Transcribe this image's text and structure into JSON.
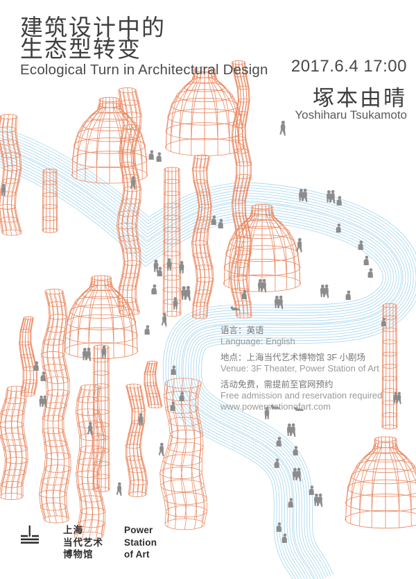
{
  "poster": {
    "title_zh_line1": "建筑设计中的",
    "title_zh_line2": "生态型转变",
    "title_en": "Ecological Turn in Architectural Design",
    "datetime": "2017.6.4 17:00",
    "speaker_zh": "塚本由晴",
    "speaker_en": "Yoshiharu Tsukamoto"
  },
  "info": {
    "language_zh": "语言：英语",
    "language_en": "Language:  English",
    "venue_zh": "地点：上海当代艺术博物馆 3F 小剧场",
    "venue_en": "Venue: 3F Theater, Power Station of Art",
    "admission_zh": "活动免费，需提前至官网预约",
    "admission_en": "Free admission and reservation required",
    "website": "www.powerstationofart.com"
  },
  "logo": {
    "name_zh_line1": "上海",
    "name_zh_line2": "当代艺术",
    "name_zh_line3": "博物馆",
    "name_en_line1": "Power",
    "name_en_line2": "Station",
    "name_en_line3": "of Art"
  },
  "colors": {
    "wireframe_orange": "#EB8A63",
    "river_blue": "#A3D5EE",
    "people_gray": "#8C8C8C",
    "logo_dark": "#2d2d2d"
  }
}
